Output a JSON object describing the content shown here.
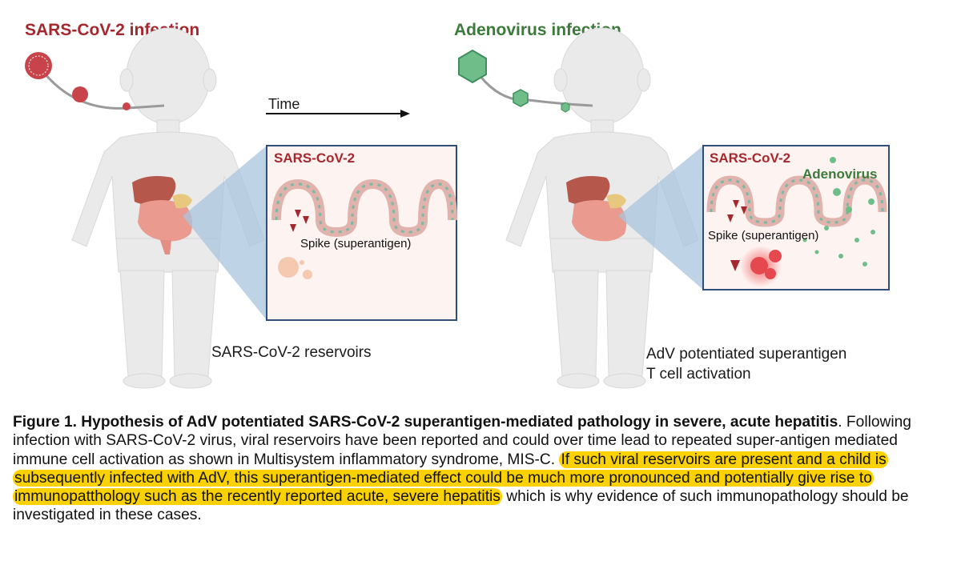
{
  "figure": {
    "left_title": "SARS-CoV-2 infection",
    "right_title": "Adenovirus infection",
    "time_label": "Time",
    "left_panel": {
      "virus_label": "SARS-CoV-2",
      "spike_label": "Spike (superantigen)"
    },
    "right_panel": {
      "virus_label": "SARS-CoV-2",
      "adenovirus_label": "Adenovirus",
      "spike_label": "Spike (superantigen)"
    },
    "left_caption": "SARS-CoV-2 reservoirs",
    "right_caption_line1": "AdV potentiated superantigen",
    "right_caption_line2": "T cell activation"
  },
  "caption": {
    "bold": "Figure 1. Hypothesis of AdV potentiated SARS-CoV-2 superantigen-mediated pathology in severe, acute hepatitis",
    "plain_start": ". Following infection with SARS-CoV-2 virus, viral reservoirs have been reported and could over time lead to repeated super-antigen mediated immune cell activation as shown in Multisystem inflammatory syndrome, MIS-C. ",
    "highlighted": "If such  viral reservoirs are present and a child is subsequently infected with AdV, this superantigen-mediated effect could be much more pronounced and potentially give rise to immunopatthology such as the recently reported acute, severe hepatitis",
    "plain_end": " which is why evidence of such immunopathology should be investigated in these cases."
  },
  "colors": {
    "sars_red": "#a4282d",
    "adeno_green": "#3b7a3a",
    "highlight": "#fbd200",
    "panel_border": "#2f4f7a"
  }
}
